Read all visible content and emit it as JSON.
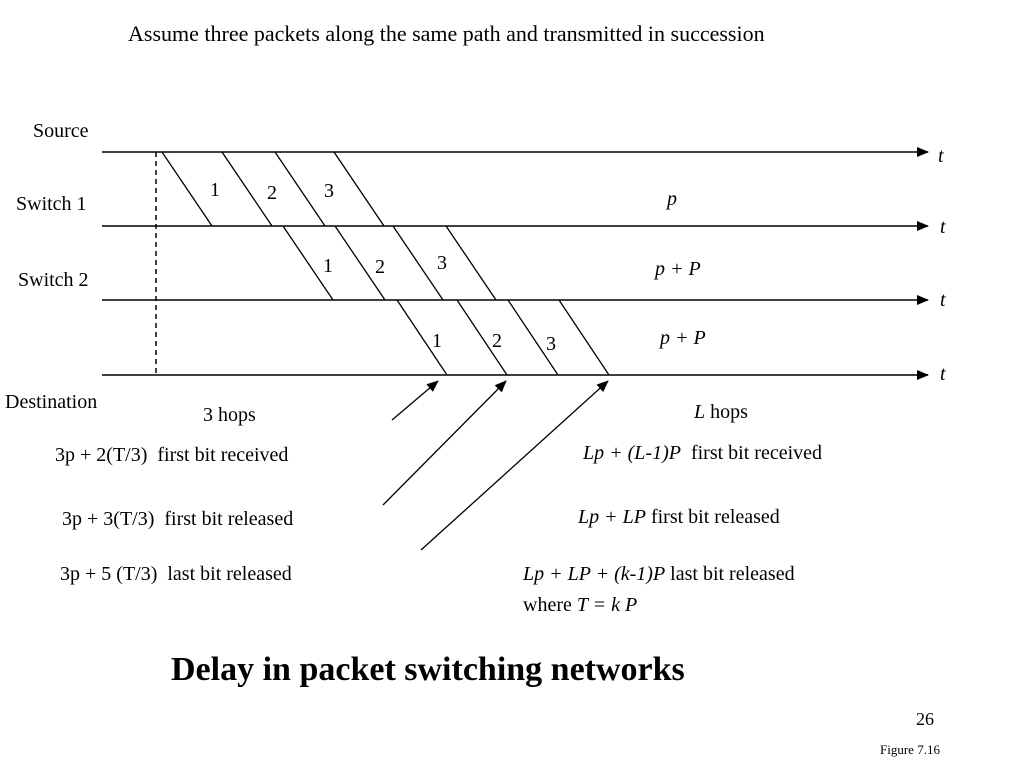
{
  "header": "Assume three packets along the same path and transmitted in succession",
  "nodes": {
    "source": "Source",
    "switch1": "Switch 1",
    "switch2": "Switch 2",
    "destination": "Destination"
  },
  "time_label": "t",
  "packet_labels": [
    "1",
    "2",
    "3"
  ],
  "delays": {
    "row1": "p",
    "row2": "p + P",
    "row3": "p + P"
  },
  "left": {
    "hops": "3 hops",
    "first_bit_received": {
      "expr": "3p + 2(T/3)",
      "desc": "first bit received"
    },
    "first_bit_released": {
      "expr": "3p + 3(T/3)",
      "desc": "first bit released"
    },
    "last_bit_released": {
      "expr": "3p + 5 (T/3)",
      "desc": "last bit released"
    }
  },
  "right": {
    "hops_var": "L",
    "hops_word": "hops",
    "first_bit_received": {
      "expr": "Lp + (L-1)P",
      "desc": "first bit received"
    },
    "first_bit_released": {
      "expr": "Lp + LP",
      "desc": "first bit released"
    },
    "last_bit_released": {
      "expr": "Lp +  LP + (k-1)P",
      "desc": "last bit released"
    },
    "where": {
      "prefix": "where",
      "expr": "T = k P"
    }
  },
  "title": "Delay in packet switching networks",
  "page_number": "26",
  "figure": "Figure 7.16"
}
